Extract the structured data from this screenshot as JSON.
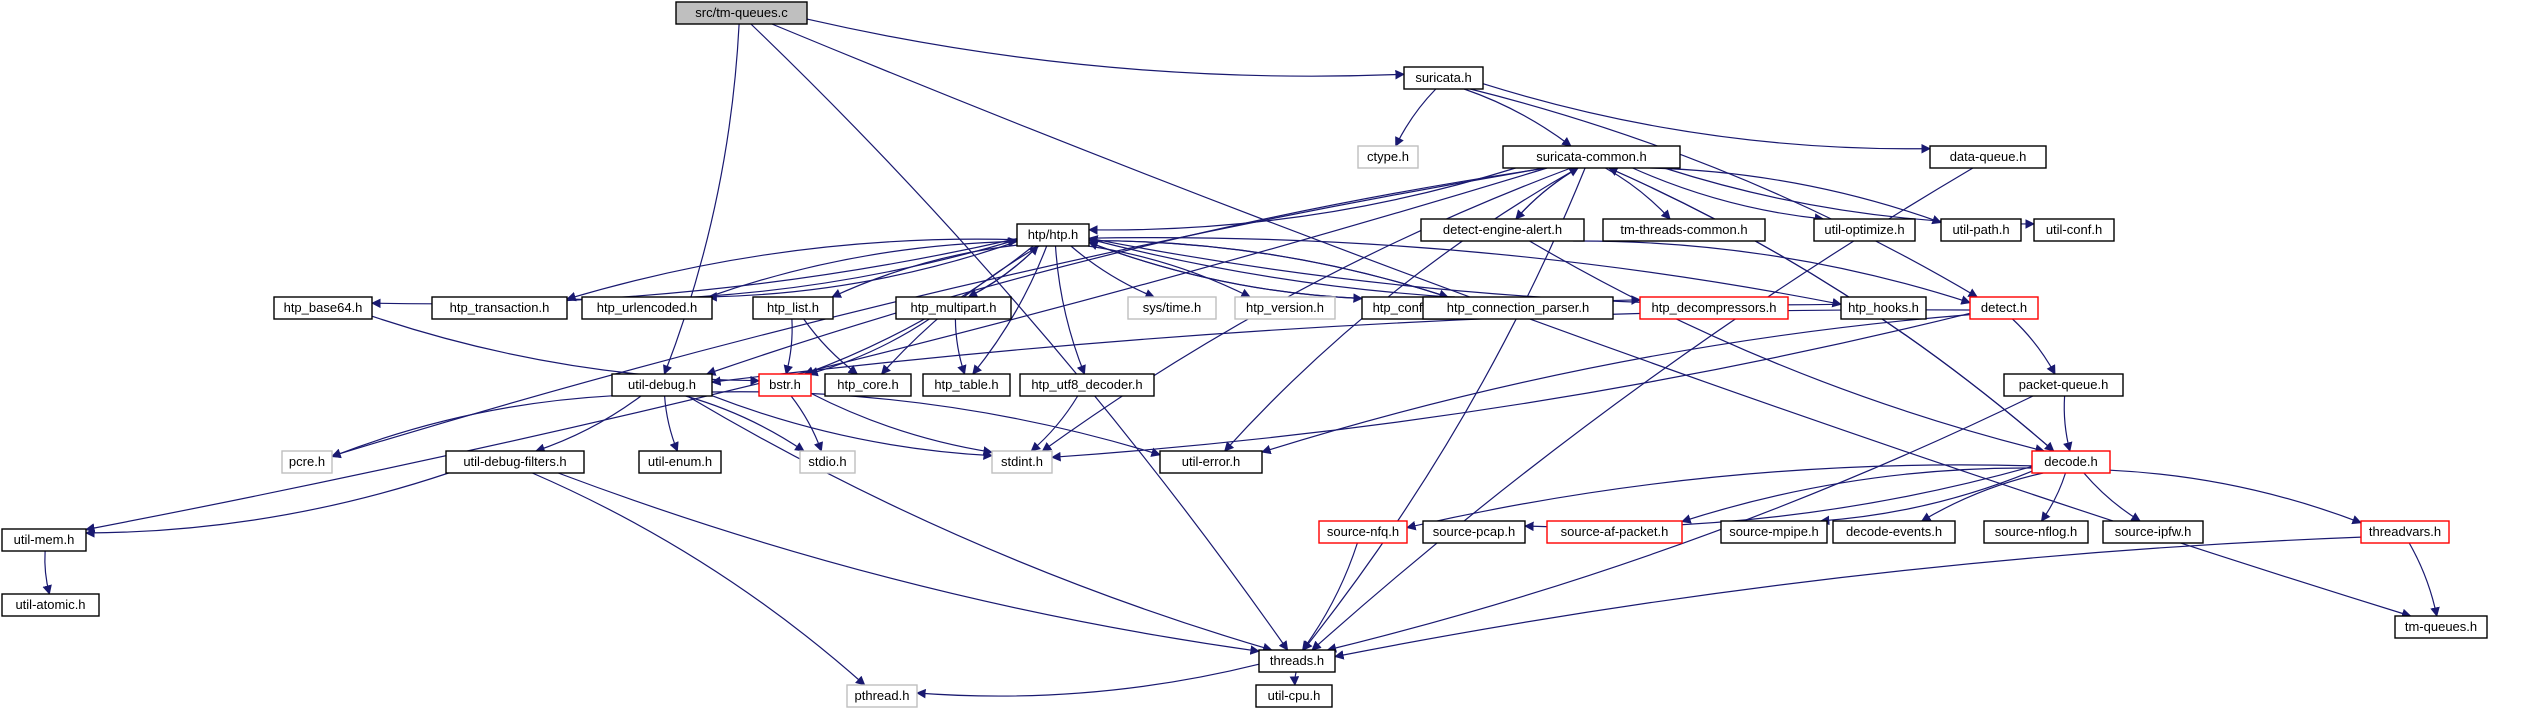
{
  "diagram": {
    "colors": {
      "edge": "#191970",
      "root_fill": "#bfbfbf",
      "normal_border": "#000000",
      "truncated_border": "#ff0000",
      "system_border": "#bfbfbf",
      "system_text": "#7f7f7f",
      "text": "#000000"
    },
    "nodes": [
      {
        "id": "root",
        "label": "src/tm-queues.c",
        "kind": "root"
      },
      {
        "id": "suricata",
        "label": "suricata.h",
        "kind": "normal"
      },
      {
        "id": "ctype",
        "label": "ctype.h",
        "kind": "system"
      },
      {
        "id": "suricata_common",
        "label": "suricata-common.h",
        "kind": "normal"
      },
      {
        "id": "data_queue",
        "label": "data-queue.h",
        "kind": "normal"
      },
      {
        "id": "tm_queues",
        "label": "tm-queues.h",
        "kind": "normal"
      },
      {
        "id": "detect_engine_alert",
        "label": "detect-engine-alert.h",
        "kind": "normal"
      },
      {
        "id": "tm_threads_common",
        "label": "tm-threads-common.h",
        "kind": "normal"
      },
      {
        "id": "util_optimize",
        "label": "util-optimize.h",
        "kind": "normal"
      },
      {
        "id": "util_path",
        "label": "util-path.h",
        "kind": "normal"
      },
      {
        "id": "util_conf",
        "label": "util-conf.h",
        "kind": "normal"
      },
      {
        "id": "htp",
        "label": "htp/htp.h",
        "kind": "normal"
      },
      {
        "id": "htp_base64",
        "label": "htp_base64.h",
        "kind": "normal"
      },
      {
        "id": "htp_transaction",
        "label": "htp_transaction.h",
        "kind": "normal"
      },
      {
        "id": "htp_urlencoded",
        "label": "htp_urlencoded.h",
        "kind": "normal"
      },
      {
        "id": "htp_list",
        "label": "htp_list.h",
        "kind": "normal"
      },
      {
        "id": "htp_multipart",
        "label": "htp_multipart.h",
        "kind": "normal"
      },
      {
        "id": "sys_time",
        "label": "sys/time.h",
        "kind": "system"
      },
      {
        "id": "htp_version",
        "label": "htp_version.h",
        "kind": "system"
      },
      {
        "id": "htp_config",
        "label": "htp_config.h",
        "kind": "normal"
      },
      {
        "id": "htp_connection_parser",
        "label": "htp_connection_parser.h",
        "kind": "normal"
      },
      {
        "id": "htp_decompressors",
        "label": "htp_decompressors.h",
        "kind": "truncated"
      },
      {
        "id": "htp_hooks",
        "label": "htp_hooks.h",
        "kind": "normal"
      },
      {
        "id": "detect",
        "label": "detect.h",
        "kind": "truncated"
      },
      {
        "id": "util_debug",
        "label": "util-debug.h",
        "kind": "normal"
      },
      {
        "id": "bstr",
        "label": "bstr.h",
        "kind": "truncated"
      },
      {
        "id": "htp_core",
        "label": "htp_core.h",
        "kind": "normal"
      },
      {
        "id": "htp_table",
        "label": "htp_table.h",
        "kind": "normal"
      },
      {
        "id": "htp_utf8_decoder",
        "label": "htp_utf8_decoder.h",
        "kind": "normal"
      },
      {
        "id": "packet_queue",
        "label": "packet-queue.h",
        "kind": "normal"
      },
      {
        "id": "pcre",
        "label": "pcre.h",
        "kind": "system"
      },
      {
        "id": "util_debug_filters",
        "label": "util-debug-filters.h",
        "kind": "normal"
      },
      {
        "id": "util_enum",
        "label": "util-enum.h",
        "kind": "normal"
      },
      {
        "id": "stdio",
        "label": "stdio.h",
        "kind": "system"
      },
      {
        "id": "stdint",
        "label": "stdint.h",
        "kind": "system"
      },
      {
        "id": "util_error",
        "label": "util-error.h",
        "kind": "normal"
      },
      {
        "id": "decode",
        "label": "decode.h",
        "kind": "truncated"
      },
      {
        "id": "util_mem",
        "label": "util-mem.h",
        "kind": "normal"
      },
      {
        "id": "util_atomic",
        "label": "util-atomic.h",
        "kind": "normal"
      },
      {
        "id": "source_nfq",
        "label": "source-nfq.h",
        "kind": "truncated"
      },
      {
        "id": "source_pcap",
        "label": "source-pcap.h",
        "kind": "normal"
      },
      {
        "id": "source_af_packet",
        "label": "source-af-packet.h",
        "kind": "truncated"
      },
      {
        "id": "source_mpipe",
        "label": "source-mpipe.h",
        "kind": "normal"
      },
      {
        "id": "decode_events",
        "label": "decode-events.h",
        "kind": "normal"
      },
      {
        "id": "source_nflog",
        "label": "source-nflog.h",
        "kind": "normal"
      },
      {
        "id": "source_ipfw",
        "label": "source-ipfw.h",
        "kind": "normal"
      },
      {
        "id": "threadvars",
        "label": "threadvars.h",
        "kind": "truncated"
      },
      {
        "id": "threads",
        "label": "threads.h",
        "kind": "normal"
      },
      {
        "id": "pthread",
        "label": "pthread.h",
        "kind": "system"
      },
      {
        "id": "util_cpu",
        "label": "util-cpu.h",
        "kind": "normal"
      }
    ],
    "edges": [
      [
        "root",
        "suricata"
      ],
      [
        "root",
        "util_debug"
      ],
      [
        "root",
        "tm_queues"
      ],
      [
        "root",
        "threads"
      ],
      [
        "suricata",
        "ctype"
      ],
      [
        "suricata",
        "suricata_common"
      ],
      [
        "suricata",
        "data_queue"
      ],
      [
        "suricata",
        "detect"
      ],
      [
        "suricata_common",
        "pcre"
      ],
      [
        "suricata_common",
        "util_mem"
      ],
      [
        "suricata_common",
        "util_debug"
      ],
      [
        "suricata_common",
        "htp"
      ],
      [
        "suricata_common",
        "detect_engine_alert"
      ],
      [
        "suricata_common",
        "tm_threads_common"
      ],
      [
        "suricata_common",
        "util_optimize"
      ],
      [
        "suricata_common",
        "util_path"
      ],
      [
        "suricata_common",
        "util_conf"
      ],
      [
        "suricata_common",
        "threads"
      ],
      [
        "suricata_common",
        "util_error"
      ],
      [
        "suricata_common",
        "decode"
      ],
      [
        "suricata_common",
        "stdint"
      ],
      [
        "detect_engine_alert",
        "suricata_common"
      ],
      [
        "detect_engine_alert",
        "decode"
      ],
      [
        "detect_engine_alert",
        "detect"
      ],
      [
        "data_queue",
        "threads"
      ],
      [
        "htp",
        "htp_base64"
      ],
      [
        "htp",
        "htp_transaction"
      ],
      [
        "htp",
        "htp_urlencoded"
      ],
      [
        "htp",
        "htp_list"
      ],
      [
        "htp",
        "htp_multipart"
      ],
      [
        "htp",
        "sys_time"
      ],
      [
        "htp",
        "htp_version"
      ],
      [
        "htp",
        "htp_config"
      ],
      [
        "htp",
        "htp_connection_parser"
      ],
      [
        "htp",
        "htp_decompressors"
      ],
      [
        "htp",
        "htp_hooks"
      ],
      [
        "htp",
        "htp_core"
      ],
      [
        "htp",
        "htp_table"
      ],
      [
        "htp",
        "htp_utf8_decoder"
      ],
      [
        "htp",
        "bstr"
      ],
      [
        "htp_transaction",
        "htp"
      ],
      [
        "htp_urlencoded",
        "htp"
      ],
      [
        "htp_multipart",
        "htp"
      ],
      [
        "htp_config",
        "htp"
      ],
      [
        "htp_connection_parser",
        "htp"
      ],
      [
        "htp_hooks",
        "htp"
      ],
      [
        "htp_base64",
        "bstr"
      ],
      [
        "htp_list",
        "bstr"
      ],
      [
        "htp_list",
        "htp_core"
      ],
      [
        "htp_multipart",
        "bstr"
      ],
      [
        "htp_multipart",
        "htp_table"
      ],
      [
        "bstr",
        "stdio"
      ],
      [
        "bstr",
        "stdint"
      ],
      [
        "htp_utf8_decoder",
        "stdint"
      ],
      [
        "detect",
        "util_debug"
      ],
      [
        "detect",
        "packet_queue"
      ],
      [
        "detect",
        "util_error"
      ],
      [
        "detect",
        "stdint"
      ],
      [
        "util_debug",
        "pcre"
      ],
      [
        "util_debug",
        "util_debug_filters"
      ],
      [
        "util_debug",
        "util_enum"
      ],
      [
        "util_debug",
        "stdio"
      ],
      [
        "util_debug",
        "stdint"
      ],
      [
        "util_debug",
        "util_error"
      ],
      [
        "util_debug",
        "threads"
      ],
      [
        "util_debug_filters",
        "util_mem"
      ],
      [
        "util_debug_filters",
        "threads"
      ],
      [
        "util_debug_filters",
        "pthread"
      ],
      [
        "packet_queue",
        "decode"
      ],
      [
        "packet_queue",
        "threads"
      ],
      [
        "decode",
        "source_nfq"
      ],
      [
        "decode",
        "source_pcap"
      ],
      [
        "decode",
        "source_af_packet"
      ],
      [
        "decode",
        "source_mpipe"
      ],
      [
        "decode",
        "decode_events"
      ],
      [
        "decode",
        "source_nflog"
      ],
      [
        "decode",
        "source_ipfw"
      ],
      [
        "decode",
        "threadvars"
      ],
      [
        "decode",
        "suricata_common"
      ],
      [
        "source_nfq",
        "threads"
      ],
      [
        "threadvars",
        "threads"
      ],
      [
        "threadvars",
        "tm_queues"
      ],
      [
        "util_mem",
        "util_atomic"
      ],
      [
        "threads",
        "pthread"
      ],
      [
        "threads",
        "util_cpu"
      ]
    ]
  }
}
